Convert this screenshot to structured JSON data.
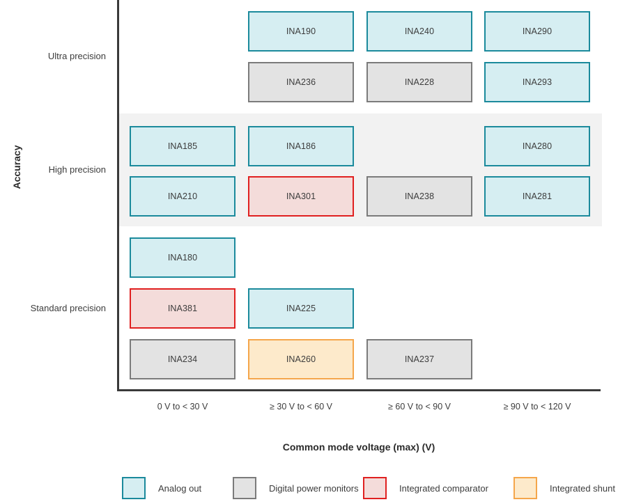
{
  "chart_data": {
    "type": "table",
    "title": "",
    "xlabel": "Common mode voltage (max) (V)",
    "ylabel": "Accuracy",
    "grid": false,
    "legend_position": "bottom",
    "categories": [
      "0 V to < 30 V",
      "≥ 30 V to < 60 V",
      "≥ 60 V to < 90 V",
      "≥ 90 V to < 120 V"
    ],
    "y_categories": [
      "Ultra precision",
      "High precision",
      "Standard precision"
    ],
    "highlighted_row": "High precision",
    "legend": [
      {
        "key": "analog",
        "label": "Analog out",
        "border": "#1b8a9c",
        "fill": "#d6eef2"
      },
      {
        "key": "digital",
        "label": "Digital power monitors",
        "border": "#7b7b7b",
        "fill": "#e3e3e3"
      },
      {
        "key": "comparator",
        "label": "Integrated comparator",
        "border": "#e02020",
        "fill": "#f4dcda"
      },
      {
        "key": "shunt",
        "label": "Integrated shunt",
        "border": "#f5a64b",
        "fill": "#fdeacb"
      }
    ],
    "cells": [
      {
        "label": "INA190",
        "kind": "analog",
        "row": "Ultra precision",
        "col": "≥ 30 V to < 60 V",
        "col_index": 1,
        "sub_row": 0
      },
      {
        "label": "INA240",
        "kind": "analog",
        "row": "Ultra precision",
        "col": "≥ 60 V to < 90 V",
        "col_index": 2,
        "sub_row": 0
      },
      {
        "label": "INA290",
        "kind": "analog",
        "row": "Ultra precision",
        "col": "≥ 90 V to < 120 V",
        "col_index": 3,
        "sub_row": 0
      },
      {
        "label": "INA236",
        "kind": "digital",
        "row": "Ultra precision",
        "col": "≥ 30 V to < 60 V",
        "col_index": 1,
        "sub_row": 1
      },
      {
        "label": "INA228",
        "kind": "digital",
        "row": "Ultra precision",
        "col": "≥ 60 V to < 90 V",
        "col_index": 2,
        "sub_row": 1
      },
      {
        "label": "INA293",
        "kind": "analog",
        "row": "Ultra precision",
        "col": "≥ 90 V to < 120 V",
        "col_index": 3,
        "sub_row": 1
      },
      {
        "label": "INA185",
        "kind": "analog",
        "row": "High precision",
        "col": "0 V to < 30 V",
        "col_index": 0,
        "sub_row": 0
      },
      {
        "label": "INA186",
        "kind": "analog",
        "row": "High precision",
        "col": "≥ 30 V to < 60 V",
        "col_index": 1,
        "sub_row": 0
      },
      {
        "label": "INA280",
        "kind": "analog",
        "row": "High precision",
        "col": "≥ 90 V to < 120 V",
        "col_index": 3,
        "sub_row": 0
      },
      {
        "label": "INA210",
        "kind": "analog",
        "row": "High precision",
        "col": "0 V to < 30 V",
        "col_index": 0,
        "sub_row": 1
      },
      {
        "label": "INA301",
        "kind": "comparator",
        "row": "High precision",
        "col": "≥ 30 V to < 60 V",
        "col_index": 1,
        "sub_row": 1
      },
      {
        "label": "INA238",
        "kind": "digital",
        "row": "High precision",
        "col": "≥ 60 V to < 90 V",
        "col_index": 2,
        "sub_row": 1
      },
      {
        "label": "INA281",
        "kind": "analog",
        "row": "High precision",
        "col": "≥ 90 V to < 120 V",
        "col_index": 3,
        "sub_row": 1
      },
      {
        "label": "INA180",
        "kind": "analog",
        "row": "Standard precision",
        "col": "0 V to < 30 V",
        "col_index": 0,
        "sub_row": 0
      },
      {
        "label": "INA381",
        "kind": "comparator",
        "row": "Standard precision",
        "col": "0 V to < 30 V",
        "col_index": 0,
        "sub_row": 1
      },
      {
        "label": "INA225",
        "kind": "analog",
        "row": "Standard precision",
        "col": "≥ 30 V to < 60 V",
        "col_index": 1,
        "sub_row": 1
      },
      {
        "label": "INA234",
        "kind": "digital",
        "row": "Standard precision",
        "col": "0 V to < 30 V",
        "col_index": 0,
        "sub_row": 2
      },
      {
        "label": "INA260",
        "kind": "shunt",
        "row": "Standard precision",
        "col": "≥ 30 V to < 60 V",
        "col_index": 1,
        "sub_row": 2
      },
      {
        "label": "INA237",
        "kind": "digital",
        "row": "Standard precision",
        "col": "≥ 60 V to < 90 V",
        "col_index": 2,
        "sub_row": 2
      }
    ]
  }
}
